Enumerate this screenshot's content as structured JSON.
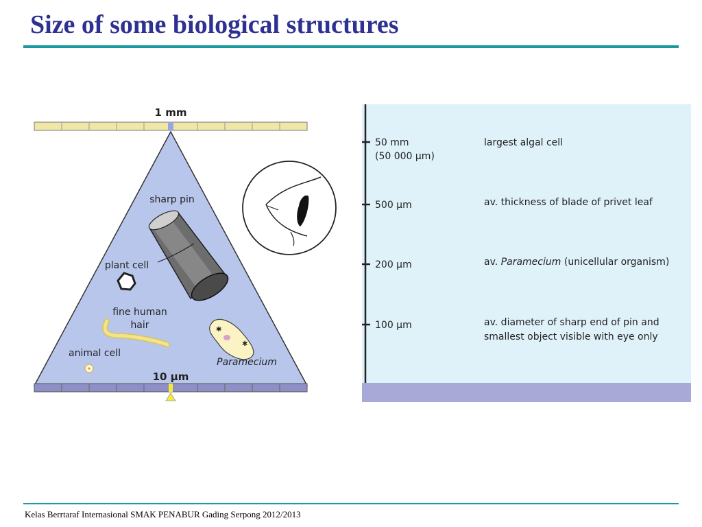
{
  "title": "Size of some biological structures",
  "footer": "Kelas Berrtaraf Internasional SMAK PENABUR Gading Serpong 2012/2013",
  "colors": {
    "title": "#2e3192",
    "rule": "#1a9a9e",
    "ruler_top": "#efe7a8",
    "ruler_bottom": "#8f8fc8",
    "triangle": "#b9c6ec",
    "right_panel": "#dff1f9",
    "right_base": "#a9a9d8",
    "hair": "#f2e38c",
    "marker": "#f5ea38"
  },
  "left_figure": {
    "top_scale": "1 mm",
    "bottom_scale": "10 µm",
    "labels": {
      "sharp_pin": "sharp pin",
      "plant_cell": "plant cell",
      "hair_line1": "fine human",
      "hair_line2": "hair",
      "animal_cell": "animal cell",
      "paramecium": "Paramecium"
    }
  },
  "right_figure": {
    "scale_50mm": "50 mm",
    "scale_50mm_um": "(50 000 µm)",
    "desc_50mm": "largest algal cell",
    "scale_500": "500 µm",
    "desc_500": "av. thickness of blade of privet leaf",
    "scale_200": "200 µm",
    "desc_200_prefix": "av.",
    "desc_200_italic": "Paramecium",
    "desc_200_suffix": "(unicellular organism)",
    "scale_100": "100 µm",
    "desc_100_line1": "av. diameter of sharp end of pin and",
    "desc_100_line2": "smallest object visible with eye only"
  }
}
